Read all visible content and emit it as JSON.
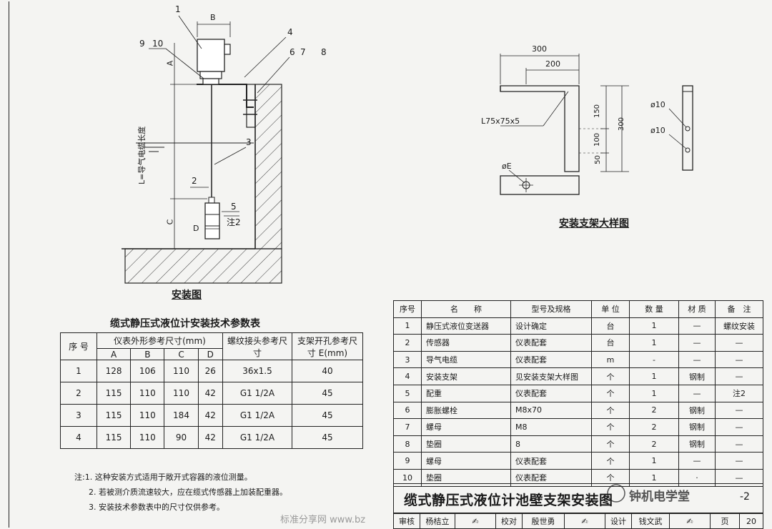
{
  "install_drawing": {
    "caption": "安装图",
    "callouts": [
      "1",
      "9",
      "10",
      "4",
      "6",
      "7",
      "8",
      "3",
      "2",
      "5"
    ],
    "dims": {
      "a": "A",
      "b": "B",
      "c": "C",
      "d": "D"
    },
    "cable_label": "L=导气电缆长度",
    "note_label": "注2"
  },
  "bracket_drawing": {
    "caption": "安装支架大样图",
    "dim_300_top": "300",
    "dim_200": "200",
    "profile": "L75x75x5",
    "dim_150": "150",
    "dim_100": "100",
    "dim_50": "50",
    "dim_300_side": "300",
    "hole_1": "ø10",
    "hole_2": "ø10",
    "hole_e": "øE"
  },
  "params_table": {
    "title": "缆式静压式液位计安装技术参数表",
    "col_no": "序  号",
    "col_size": "仪表外形参考尺寸(mm)",
    "col_abcd": [
      "A",
      "B",
      "C",
      "D"
    ],
    "col_thread": "螺纹接头参考尺寸",
    "col_hole": "支架开孔参考尺寸 E(mm)",
    "rows": [
      {
        "no": "1",
        "a": "128",
        "b": "106",
        "c": "110",
        "d": "26",
        "thread": "36x1.5",
        "hole": "40"
      },
      {
        "no": "2",
        "a": "115",
        "b": "110",
        "c": "110",
        "d": "42",
        "thread": "G1  1/2A",
        "hole": "45"
      },
      {
        "no": "3",
        "a": "115",
        "b": "110",
        "c": "184",
        "d": "42",
        "thread": "G1  1/2A",
        "hole": "45"
      },
      {
        "no": "4",
        "a": "115",
        "b": "110",
        "c": "90",
        "d": "42",
        "thread": "G1  1/2A",
        "hole": "45"
      }
    ]
  },
  "notes": [
    "注:1. 这种安装方式适用于敞开式容器的液位测量。",
    "2. 若被测介质流速较大，应在缆式传感器上加装配重器。",
    "3. 安装技术参数表中的尺寸仅供参考。"
  ],
  "parts_table": {
    "headers": [
      "序号",
      "名　　称",
      "型号及规格",
      "单 位",
      "数 量",
      "材 质",
      "备　注"
    ],
    "rows": [
      [
        "1",
        "静压式液位变送器",
        "设计确定",
        "台",
        "1",
        "—",
        "螺纹安装"
      ],
      [
        "2",
        "传感器",
        "仪表配套",
        "台",
        "1",
        "—",
        "—"
      ],
      [
        "3",
        "导气电缆",
        "仪表配套",
        "m",
        "-",
        "—",
        "—"
      ],
      [
        "4",
        "安装支架",
        "见安装支架大样图",
        "个",
        "1",
        "钢制",
        "—"
      ],
      [
        "5",
        "配重",
        "仪表配套",
        "个",
        "1",
        "—",
        "注2"
      ],
      [
        "6",
        "膨胀螺栓",
        "M8x70",
        "个",
        "2",
        "钢制",
        "—"
      ],
      [
        "7",
        "螺母",
        "M8",
        "个",
        "2",
        "钢制",
        "—"
      ],
      [
        "8",
        "垫圈",
        "8",
        "个",
        "2",
        "钢制",
        "—"
      ],
      [
        "9",
        "螺母",
        "仪表配套",
        "个",
        "1",
        "—",
        "—"
      ],
      [
        "10",
        "垫圈",
        "仪表配套",
        "个",
        "1",
        "·",
        "—"
      ]
    ]
  },
  "title_block": {
    "title": "缆式静压式液位计池壁支架安装图",
    "review": "审核",
    "reviewer": "杨桔立",
    "check": "校对",
    "checker": "殷世勇",
    "design": "设计",
    "designer": "钱文武",
    "page_label": "页",
    "page": "20",
    "drawing_no": "-2"
  },
  "watermarks": {
    "site": "标准分享网  www.bz",
    "account": "钟机电学堂"
  }
}
